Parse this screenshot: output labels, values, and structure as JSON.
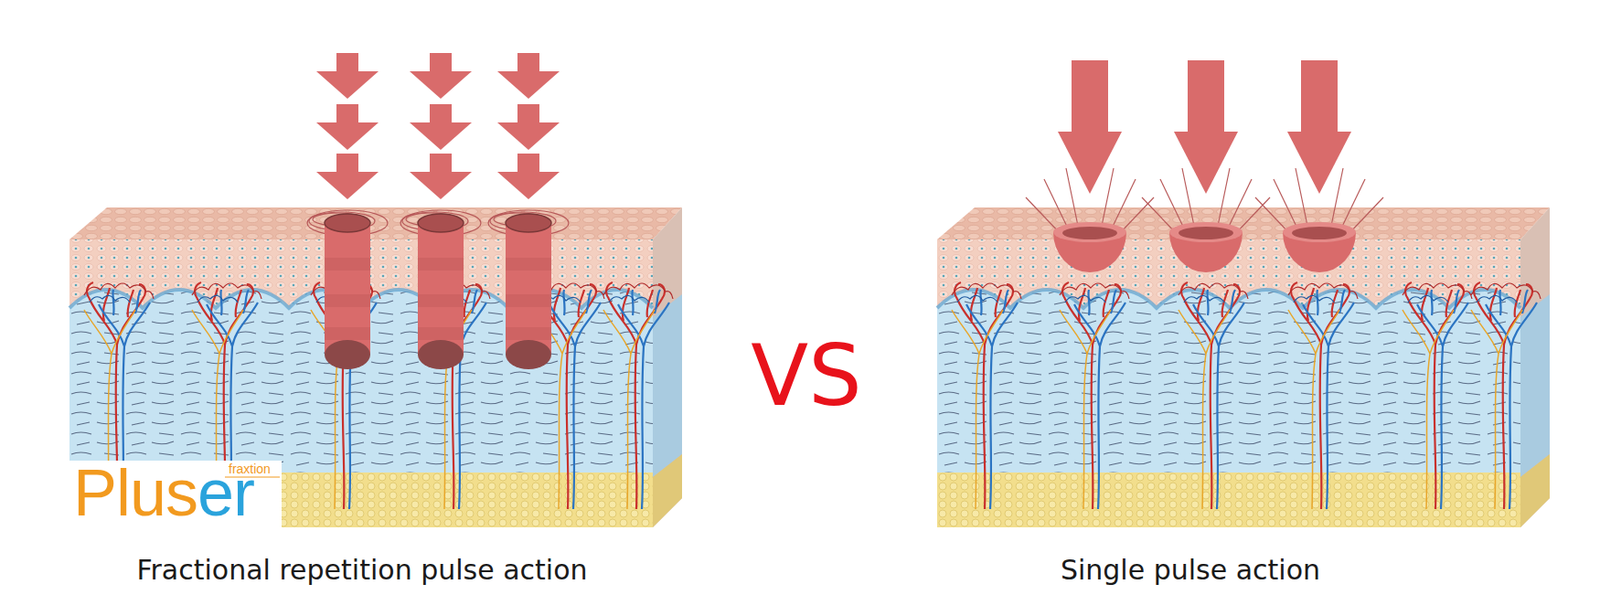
{
  "diagram": {
    "labels": [
      "Pluser",
      "fraxtion",
      "VS",
      "Fractional repetition pulse action",
      "Single pulse action"
    ]
  }
}
